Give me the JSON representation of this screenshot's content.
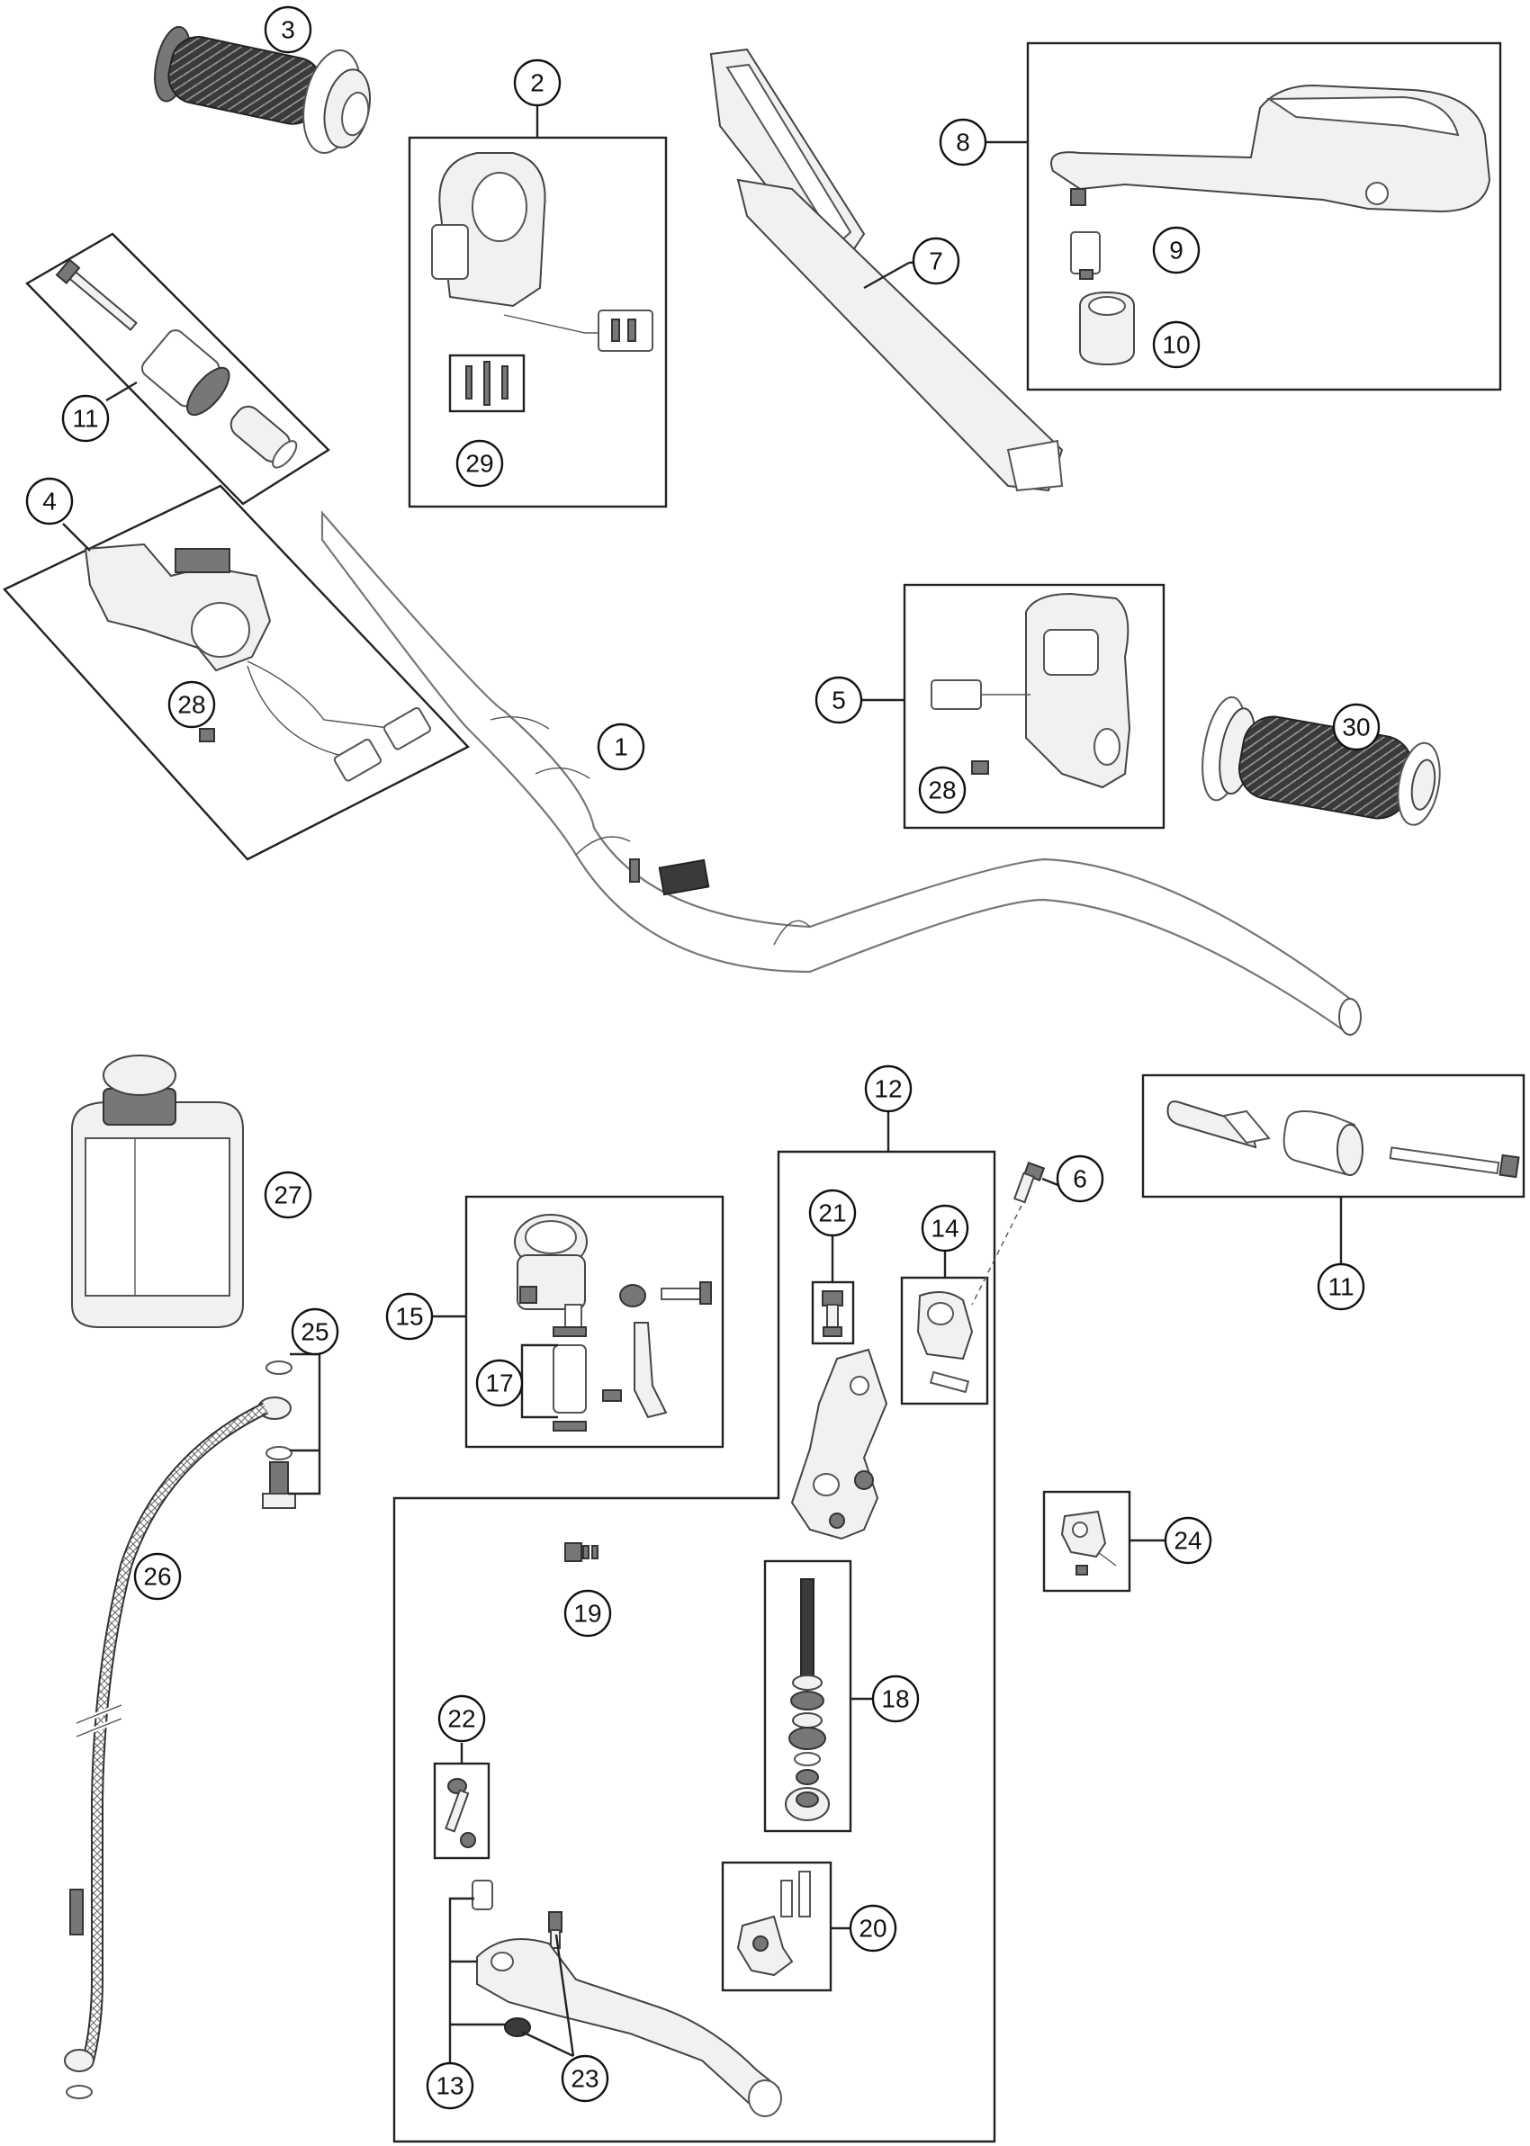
{
  "diagram": {
    "callouts": [
      {
        "id": "1",
        "label": "1"
      },
      {
        "id": "2",
        "label": "2"
      },
      {
        "id": "3",
        "label": "3"
      },
      {
        "id": "4",
        "label": "4"
      },
      {
        "id": "5",
        "label": "5"
      },
      {
        "id": "6",
        "label": "6"
      },
      {
        "id": "7",
        "label": "7"
      },
      {
        "id": "8",
        "label": "8"
      },
      {
        "id": "9",
        "label": "9"
      },
      {
        "id": "10",
        "label": "10"
      },
      {
        "id": "11a",
        "label": "11"
      },
      {
        "id": "11b",
        "label": "11"
      },
      {
        "id": "12",
        "label": "12"
      },
      {
        "id": "13",
        "label": "13"
      },
      {
        "id": "14",
        "label": "14"
      },
      {
        "id": "15",
        "label": "15"
      },
      {
        "id": "17",
        "label": "17"
      },
      {
        "id": "18",
        "label": "18"
      },
      {
        "id": "19",
        "label": "19"
      },
      {
        "id": "20",
        "label": "20"
      },
      {
        "id": "21",
        "label": "21"
      },
      {
        "id": "22",
        "label": "22"
      },
      {
        "id": "23",
        "label": "23"
      },
      {
        "id": "24",
        "label": "24"
      },
      {
        "id": "25",
        "label": "25"
      },
      {
        "id": "26",
        "label": "26"
      },
      {
        "id": "27",
        "label": "27"
      },
      {
        "id": "28a",
        "label": "28"
      },
      {
        "id": "28b",
        "label": "28"
      },
      {
        "id": "29",
        "label": "29"
      },
      {
        "id": "30",
        "label": "30"
      }
    ]
  }
}
